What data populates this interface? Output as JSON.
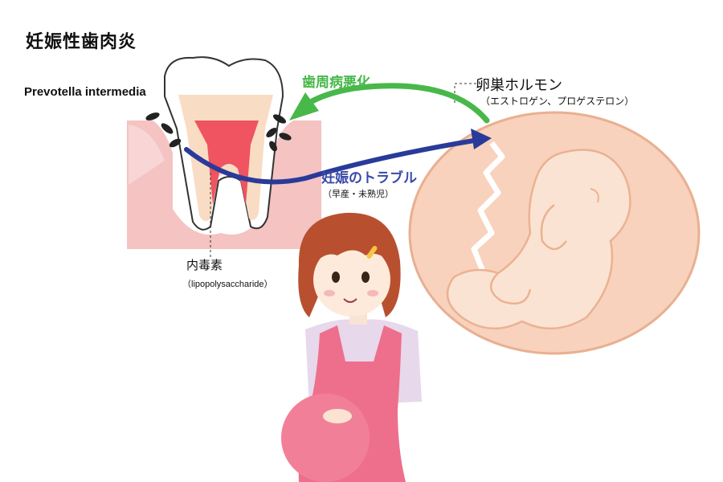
{
  "title": "妊娠性歯肉炎",
  "bacteria_label": "Prevotella intermedia",
  "green_arrow_label": "歯周病悪化",
  "hormone_label": "卵巣ホルモン",
  "hormone_sub": "（エストロゲン、プロゲステロン）",
  "blue_arrow_label": "妊娠のトラブル",
  "blue_arrow_sub": "（早産・未熟児）",
  "toxin_label": "内毒素",
  "toxin_sub": "（lipopolysaccharide）",
  "colors": {
    "green_arrow": "#48b84a",
    "blue_arrow": "#2a3a9a",
    "blue_text": "#3a4aa8",
    "gum": "#f1b7b6",
    "pulp": "#ef5460",
    "womb": "#f8d2bc",
    "apron": "#ee6f8c"
  }
}
